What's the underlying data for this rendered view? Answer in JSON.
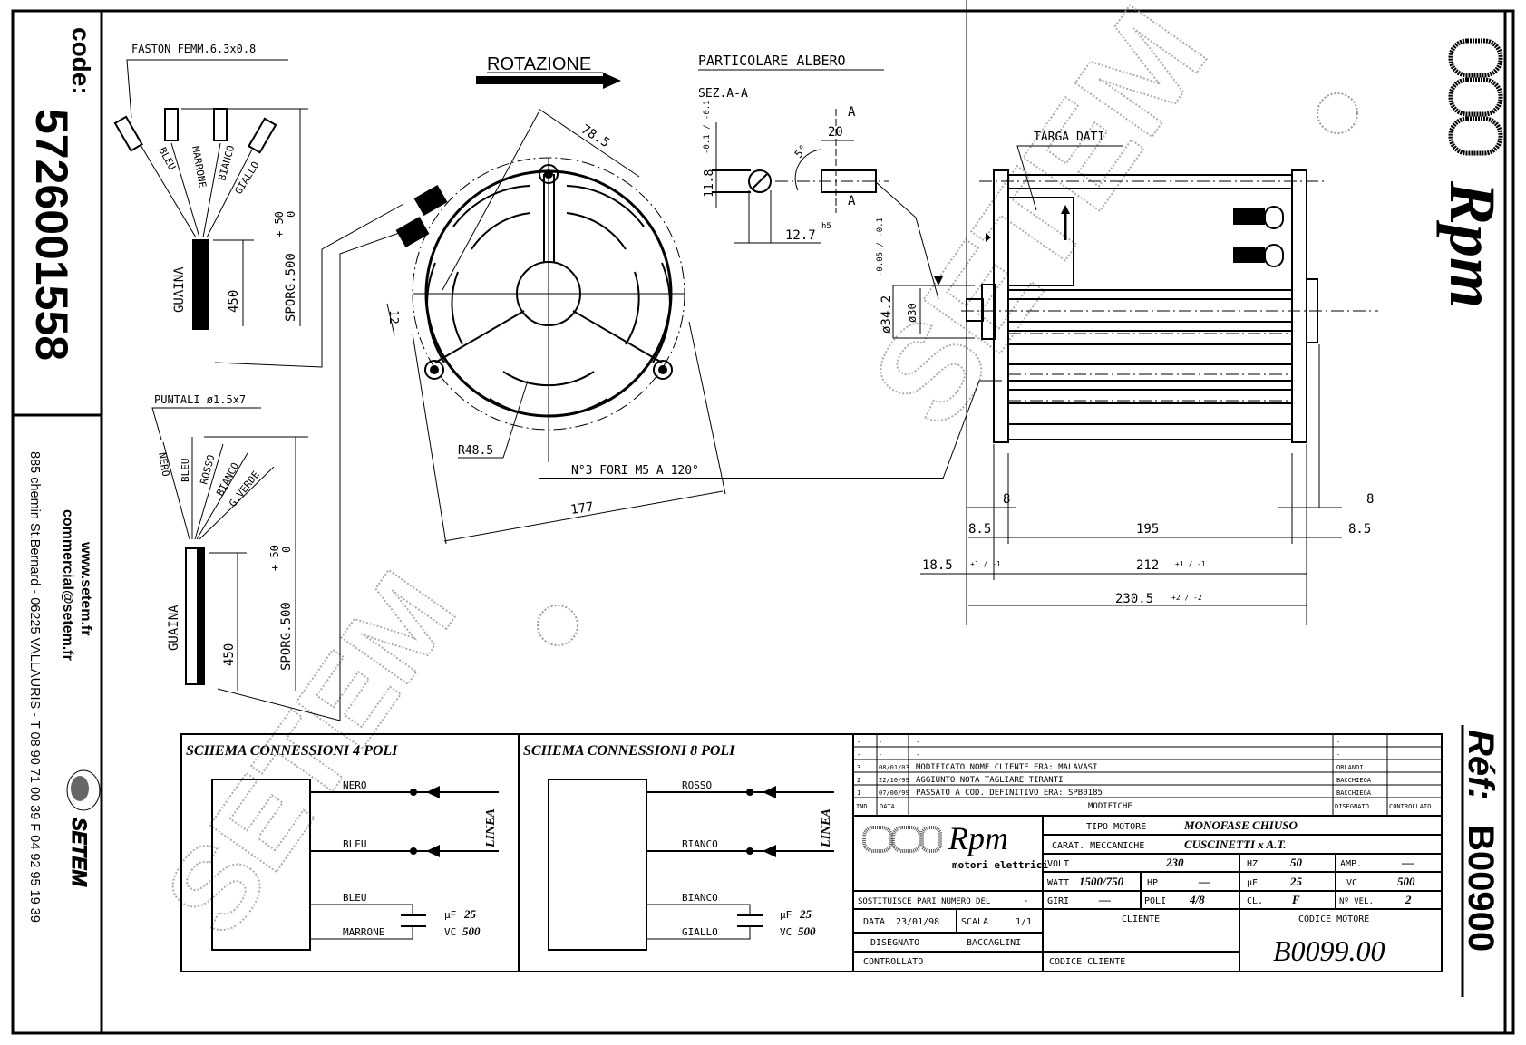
{
  "sidebar": {
    "code_label": "code:",
    "code_value": "5726001558",
    "website": "www.setem.fr",
    "email": "commercial@setem.fr",
    "address": "885 chemin St.Bernard  -  06225 VALLAURIS  -  T 08 90 71 00 39   F 04 92 95 19 39",
    "brand": "SETEM"
  },
  "right_strip": {
    "logo_text": "Rpm",
    "ref_label": "Réf:",
    "ref_value": "B00900"
  },
  "watermark": "SETEM",
  "cable_4": {
    "connector_label": "FASTON FEMM.6.3x0.8",
    "wires": [
      "BLEU",
      "MARRONE",
      "BIANCO",
      "GIALLO"
    ],
    "sheath_label": "GUAINA",
    "sheath_length": "450",
    "protrusion": "SPORG.500",
    "tol_plus": "+ 50",
    "tol_minus": "0"
  },
  "cable_8": {
    "connector_label": "PUNTALI ø1.5x7",
    "wires": [
      "NERO",
      "BLEU",
      "ROSSO",
      "BIANCO",
      "G.VERDE"
    ],
    "sheath_label": "GUAINA",
    "sheath_length": "450",
    "protrusion": "SPORG.500",
    "tol_plus": "+ 50",
    "tol_minus": "0"
  },
  "front_view": {
    "rotation_label": "ROTAZIONE",
    "dim_78_5": "78.5",
    "dim_12": "12",
    "radius": "R48.5",
    "holes_note": "N°3 FORI M5 A 120°",
    "dim_177": "177"
  },
  "shaft_detail": {
    "title": "PARTICOLARE ALBERO",
    "section": "SEZ.A-A",
    "flat": "11.8",
    "flat_tol": "-0.1 / -0.1",
    "diameter": "12.7",
    "diameter_fit": "h5",
    "length": "20",
    "angle": "5°",
    "section_mark": "A"
  },
  "side_view": {
    "nameplate_label": "TARGA DATI",
    "pilot_dia": "ø34.2",
    "pilot_tol": "-0.05 / -0.1",
    "inner_dia": "ø30",
    "dim_8_left": "8",
    "dim_8_right": "8",
    "dim_8_5_left": "8.5",
    "dim_8_5_right": "8.5",
    "dim_195": "195",
    "dim_18_5": "18.5",
    "dim_18_5_tol": "+1 / -1",
    "dim_212": "212",
    "dim_212_tol": "+1 / -1",
    "dim_230_5": "230.5",
    "dim_230_5_tol": "+2 / -2"
  },
  "schema_4": {
    "title": "SCHEMA CONNESSIONI 4 POLI",
    "line_label": "LINEA",
    "wire1": "NERO",
    "wire2": "BLEU",
    "cap_wire1": "BLEU",
    "cap_wire2": "MARRONE",
    "uf_label": "µF",
    "uf_value": "25",
    "vc_label": "VC",
    "vc_value": "500"
  },
  "schema_8": {
    "title": "SCHEMA CONNESSIONI 8 POLI",
    "line_label": "LINEA",
    "wire1": "ROSSO",
    "wire2": "BIANCO",
    "cap_wire1": "BIANCO",
    "cap_wire2": "GIALLO",
    "uf_label": "µF",
    "uf_value": "25",
    "vc_label": "VC",
    "vc_value": "500"
  },
  "revisions": {
    "header": {
      "ind": "IND",
      "data": "DATA",
      "modifiche": "MODIFICHE",
      "disegnato": "DISEGNATO",
      "controllato": "CONTROLLATO"
    },
    "rows": [
      {
        "ind": "-",
        "data": "-",
        "desc": "-",
        "by": "-",
        "chk": ""
      },
      {
        "ind": "-",
        "data": "-",
        "desc": "-",
        "by": "-",
        "chk": ""
      },
      {
        "ind": "3",
        "data": "08/01/03",
        "desc": "MODIFICATO NOME CLIENTE ERA: MALAVASI",
        "by": "ORLANDI",
        "chk": ""
      },
      {
        "ind": "2",
        "data": "22/10/99",
        "desc": "AGGIUNTO NOTA TAGLIARE TIRANTI",
        "by": "BACCHIEGA",
        "chk": ""
      },
      {
        "ind": "1",
        "data": "07/06/99",
        "desc": "PASSATO A COD. DEFINITIVO ERA: SPB0185",
        "by": "BACCHIEGA",
        "chk": ""
      }
    ]
  },
  "title_block": {
    "logo_main": "Rpm",
    "logo_sub": "motori elettrici",
    "replaces_label": "SOSTITUISCE PARI NUMERO DEL",
    "replaces_value": "-",
    "date_label": "DATA",
    "date_value": "23/01/98",
    "scale_label": "SCALA",
    "scale_value": "1/1",
    "drawn_label": "DISEGNATO",
    "drawn_value": "BACCAGLINI",
    "checked_label": "CONTROLLATO",
    "motor_type_label": "TIPO MOTORE",
    "motor_type_value": "MONOFASE CHIUSO",
    "mech_label": "CARAT. MECCANICHE",
    "mech_value": "CUSCINETTI x A.T.",
    "volt_label": "VOLT",
    "volt_value": "230",
    "hz_label": "HZ",
    "hz_value": "50",
    "amp_label": "AMP.",
    "amp_value": "—",
    "watt_label": "WATT",
    "watt_value": "1500/750",
    "hp_label": "HP",
    "hp_value": "—",
    "uf_label": "µF",
    "uf_value": "25",
    "vc_label": "VC",
    "vc_value": "500",
    "giri_label": "GIRI",
    "giri_value": "—",
    "poli_label": "POLI",
    "poli_value": "4/8",
    "cl_label": "CL.",
    "cl_value": "F",
    "nvel_label": "Nº VEL.",
    "nvel_value": "2",
    "client_label": "CLIENTE",
    "client_code_label": "CODICE CLIENTE",
    "motor_code_label": "CODICE MOTORE",
    "motor_code_value": "B0099.00"
  }
}
